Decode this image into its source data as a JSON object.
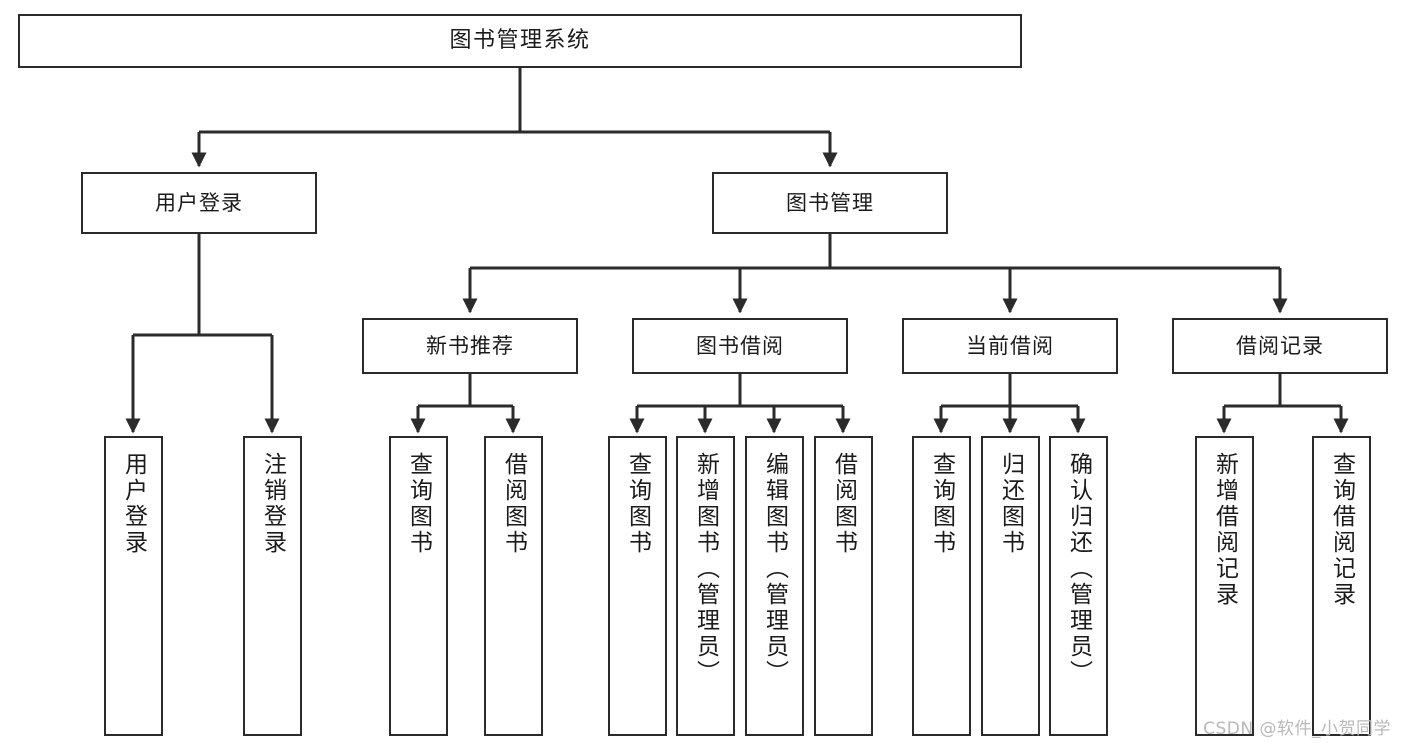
{
  "diagram": {
    "title": "图书管理系统",
    "type": "tree-hierarchy",
    "watermark": "CSDN @软件_小贺同学",
    "colors": {
      "background": "#ffffff",
      "box_border": "#2b2b2b",
      "box_fill": "#ffffff",
      "connector": "#2b2b2b",
      "text": "#1b1b1b",
      "watermark": "#b9b9b9"
    }
  },
  "nodes": {
    "root": {
      "label": "图书管理系统",
      "level": 1
    },
    "level2": [
      {
        "id": "user-login",
        "label": "用户登录"
      },
      {
        "id": "book-management",
        "label": "图书管理"
      }
    ],
    "level3": [
      {
        "id": "new-book-recommend",
        "label": "新书推荐"
      },
      {
        "id": "book-borrow",
        "label": "图书借阅"
      },
      {
        "id": "current-borrow",
        "label": "当前借阅"
      },
      {
        "id": "borrow-record",
        "label": "借阅记录"
      }
    ],
    "leaves": {
      "user_login": [
        {
          "id": "leaf-user-login",
          "label": "用户登录"
        },
        {
          "id": "leaf-logout",
          "label": "注销登录"
        }
      ],
      "new_book_recommend": [
        {
          "id": "leaf-query-book-1",
          "label": "查询图书"
        },
        {
          "id": "leaf-borrow-book-1",
          "label": "借阅图书"
        }
      ],
      "book_borrow": [
        {
          "id": "leaf-query-book-2",
          "label": "查询图书"
        },
        {
          "id": "leaf-add-book",
          "label": "新增图书（管理员）"
        },
        {
          "id": "leaf-edit-book",
          "label": "编辑图书（管理员）"
        },
        {
          "id": "leaf-borrow-book-2",
          "label": "借阅图书"
        }
      ],
      "current_borrow": [
        {
          "id": "leaf-query-book-3",
          "label": "查询图书"
        },
        {
          "id": "leaf-return-book",
          "label": "归还图书"
        },
        {
          "id": "leaf-confirm-return",
          "label": "确认归还（管理员）"
        }
      ],
      "borrow_record": [
        {
          "id": "leaf-add-record",
          "label": "新增借阅记录"
        },
        {
          "id": "leaf-query-record",
          "label": "查询借阅记录"
        }
      ]
    }
  }
}
